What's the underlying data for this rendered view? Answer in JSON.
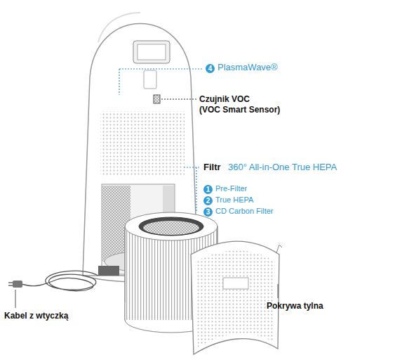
{
  "diagram": {
    "labels": [
      "4",
      "PlasmaWave®",
      "Czujnik VOC",
      "(VOC Smart Sensor)",
      "Filtr",
      "360° All-in-One True HEPA",
      "1",
      "Pre-Filter",
      "2",
      "True HEPA",
      "3",
      "CD Carbon Filter",
      "Kabel z wtyczką",
      "Pokrywa tylna"
    ]
  }
}
